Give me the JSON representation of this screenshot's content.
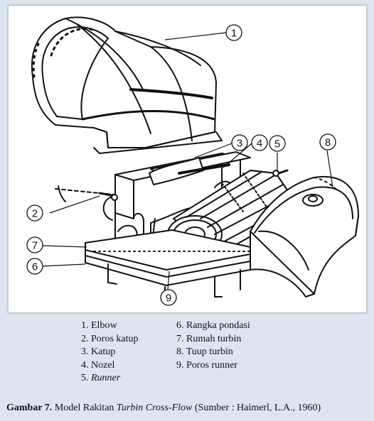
{
  "callouts": [
    "1",
    "2",
    "3",
    "4",
    "5",
    "6",
    "7",
    "8",
    "9"
  ],
  "legend_left": [
    "1. Elbow",
    "2. Poros katup",
    "3. Katup",
    "4. Nozel",
    "5. "
  ],
  "legend_left_italic": "Runner",
  "legend_right": [
    "6. Rangka pondasi",
    "7. Rumah turbin",
    "8. Tuup turbin",
    "9. Poros runner"
  ],
  "caption": {
    "label": "Gambar 7.",
    "text_before": " Model Rakitan ",
    "italic": "Turbin Cross-Flow",
    "text_after": " (Sumber : Haimerl, L.A., 1960)"
  }
}
